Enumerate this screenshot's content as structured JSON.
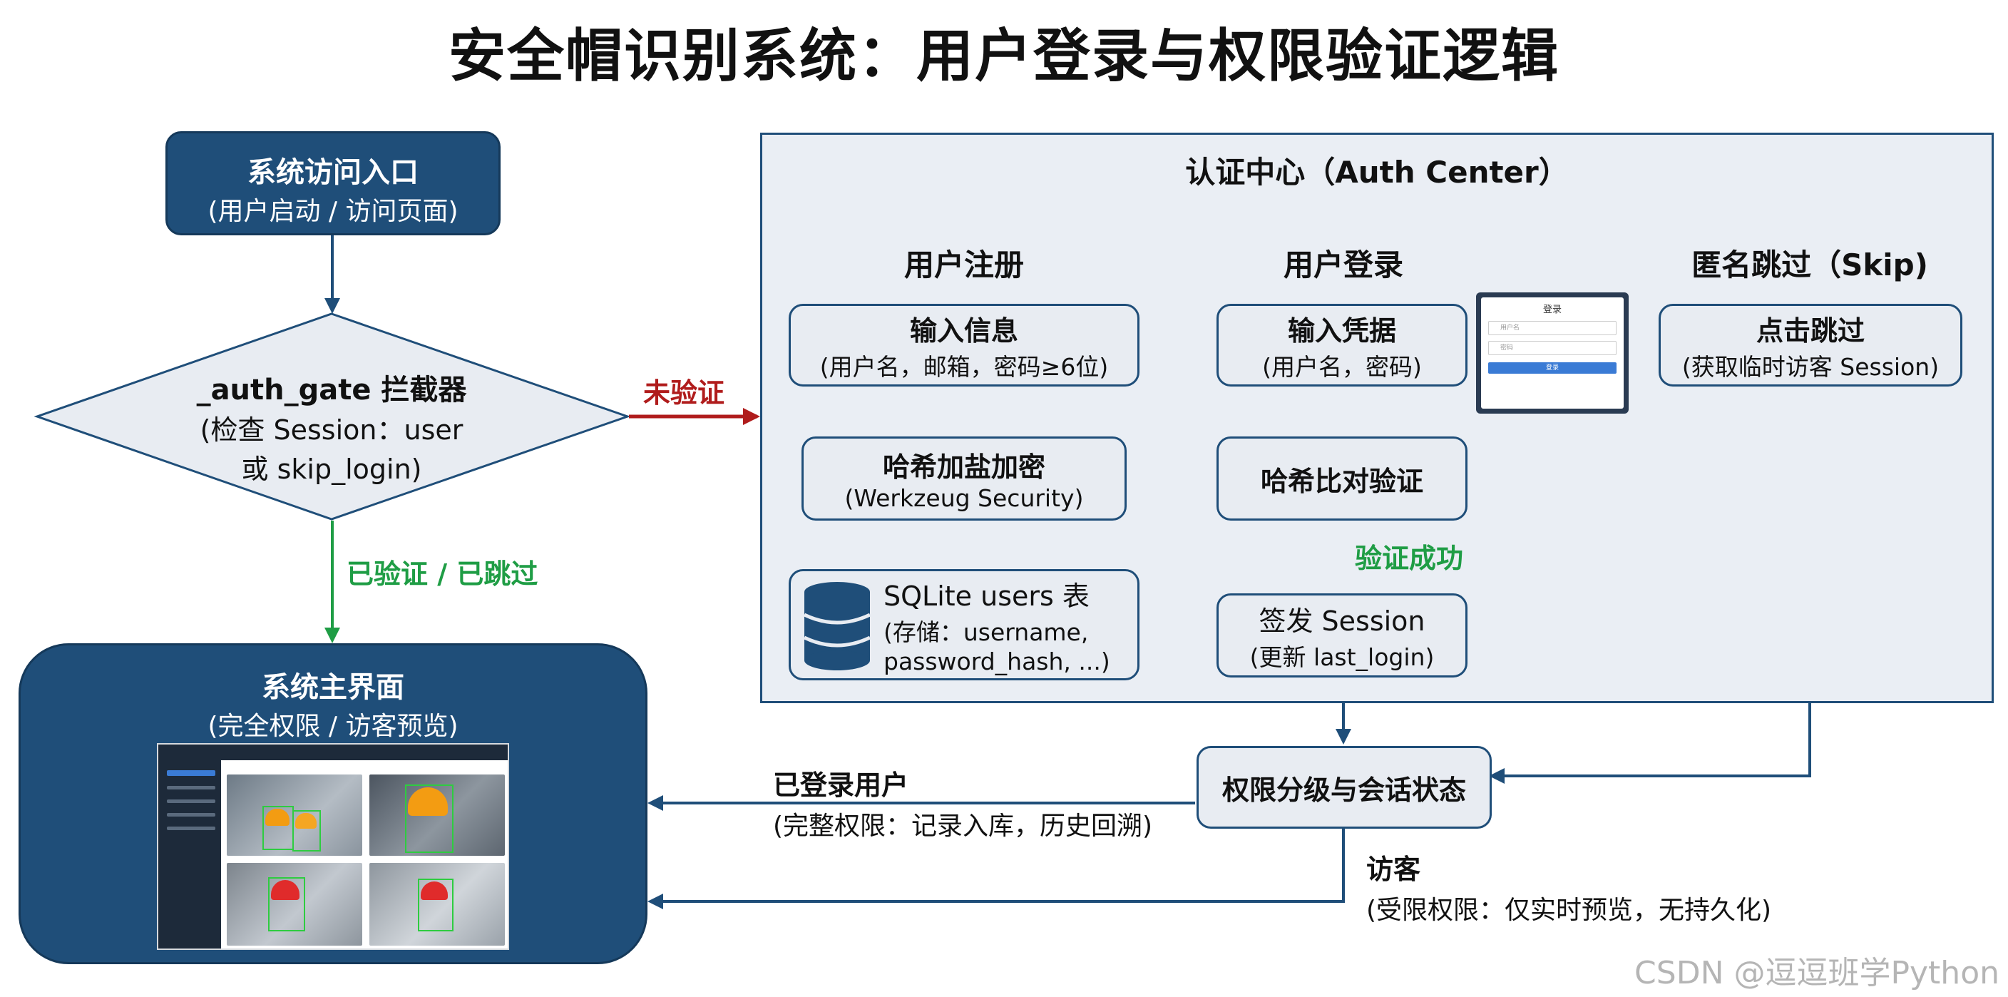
{
  "title": "安全帽识别系统：用户登录与权限验证逻辑",
  "entry": {
    "line1": "系统访问入口",
    "line2": "(用户启动 / 访问页面)"
  },
  "gate": {
    "line1": "_auth_gate 拦截器",
    "line2": "(检查 Session：user",
    "line3": "或 skip_login)"
  },
  "edge_unverified": "未验证",
  "edge_verified": "已验证 / 已跳过",
  "main": {
    "line1": "系统主界面",
    "line2": "(完全权限 / 访客预览)"
  },
  "auth_center": {
    "title": "认证中心（Auth Center）",
    "register": {
      "header": "用户注册",
      "input": {
        "line1": "输入信息",
        "line2": "(用户名，邮箱，密码≥6位)"
      },
      "hash": {
        "line1": "哈希加盐加密",
        "line2": "(Werkzeug Security)"
      },
      "db": {
        "line1": "SQLite users 表",
        "line2": "(存储：username,",
        "line3": "password_hash, ...)"
      }
    },
    "login": {
      "header": "用户登录",
      "input": {
        "line1": "输入凭据",
        "line2": "(用户名，密码)"
      },
      "verify": "哈希比对验证",
      "success": "验证成功",
      "session": {
        "line1": "签发 Session",
        "line2": "(更新 last_login)"
      }
    },
    "skip": {
      "header": "匿名跳过（Skip)",
      "click": {
        "line1": "点击跳过",
        "line2": "(获取临时访客 Session)"
      }
    }
  },
  "login_mock": {
    "title": "登录",
    "user_placeholder": "用户名",
    "pass_placeholder": "密码",
    "button": "登录"
  },
  "permission": "权限分级与会话状态",
  "logged_in": {
    "line1": "已登录用户",
    "line2": "(完整权限：记录入库，历史回溯)"
  },
  "guest": {
    "line1": "访客",
    "line2": "(受限权限：仅实时预览，无持久化)"
  },
  "watermark": "CSDN @逗逗班学Python",
  "colors": {
    "dark_blue": "#1f4e79",
    "node_fill": "#e8ecf2",
    "success_green": "#1f9d45",
    "alert_red": "#b01c1c"
  }
}
